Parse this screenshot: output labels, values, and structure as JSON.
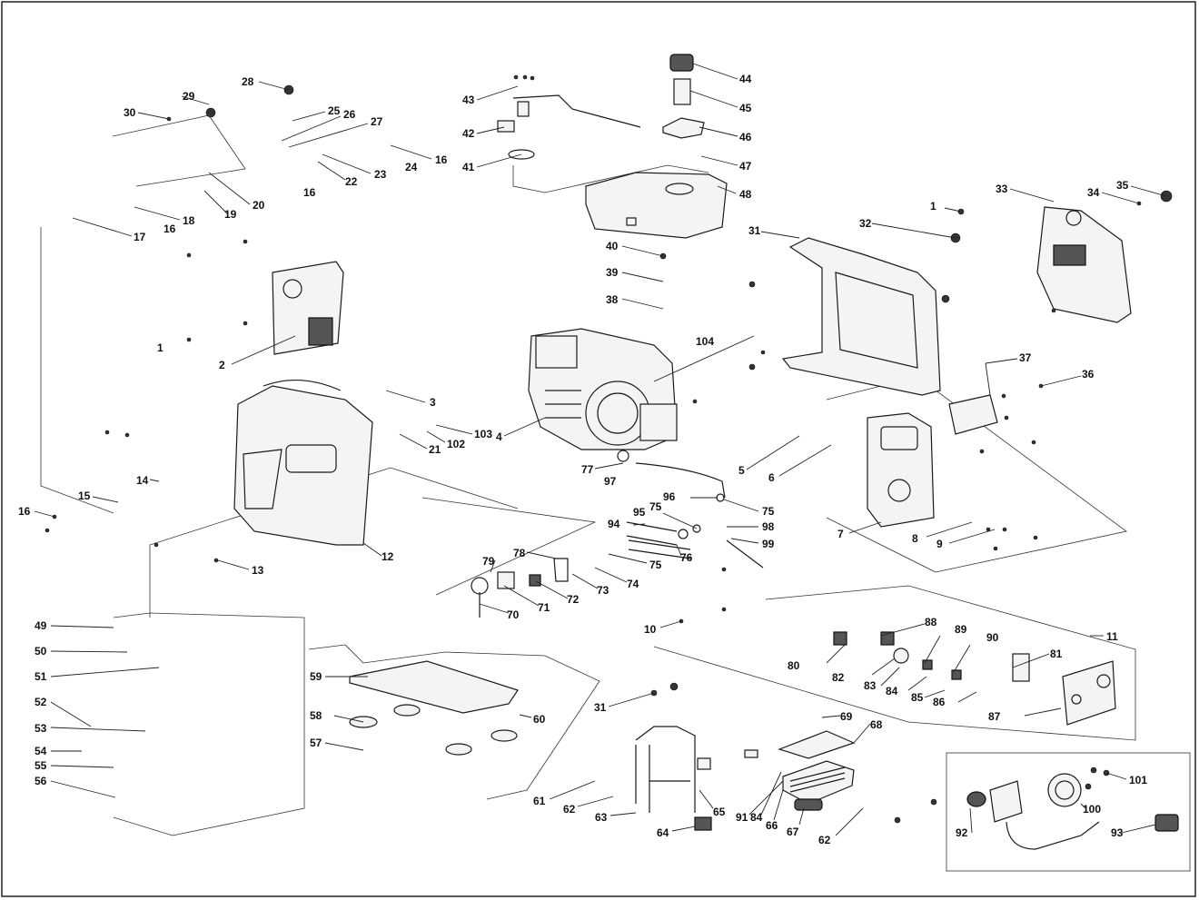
{
  "diagram": {
    "callouts": [
      "1",
      "2",
      "3",
      "4",
      "5",
      "6",
      "7",
      "8",
      "9",
      "10",
      "11",
      "12",
      "13",
      "14",
      "15",
      "16",
      "17",
      "18",
      "19",
      "20",
      "21",
      "22",
      "23",
      "24",
      "25",
      "26",
      "27",
      "28",
      "29",
      "30",
      "31",
      "32",
      "33",
      "34",
      "35",
      "36",
      "37",
      "38",
      "39",
      "40",
      "41",
      "42",
      "43",
      "44",
      "45",
      "46",
      "47",
      "48",
      "49",
      "50",
      "51",
      "52",
      "53",
      "54",
      "55",
      "56",
      "57",
      "58",
      "59",
      "60",
      "61",
      "62",
      "63",
      "64",
      "65",
      "66",
      "67",
      "68",
      "69",
      "70",
      "71",
      "72",
      "73",
      "74",
      "75",
      "76",
      "77",
      "78",
      "79",
      "80",
      "81",
      "82",
      "83",
      "84",
      "85",
      "86",
      "87",
      "88",
      "89",
      "90",
      "91",
      "92",
      "93",
      "94",
      "95",
      "96",
      "97",
      "98",
      "99",
      "100",
      "101",
      "102",
      "103",
      "104"
    ]
  }
}
